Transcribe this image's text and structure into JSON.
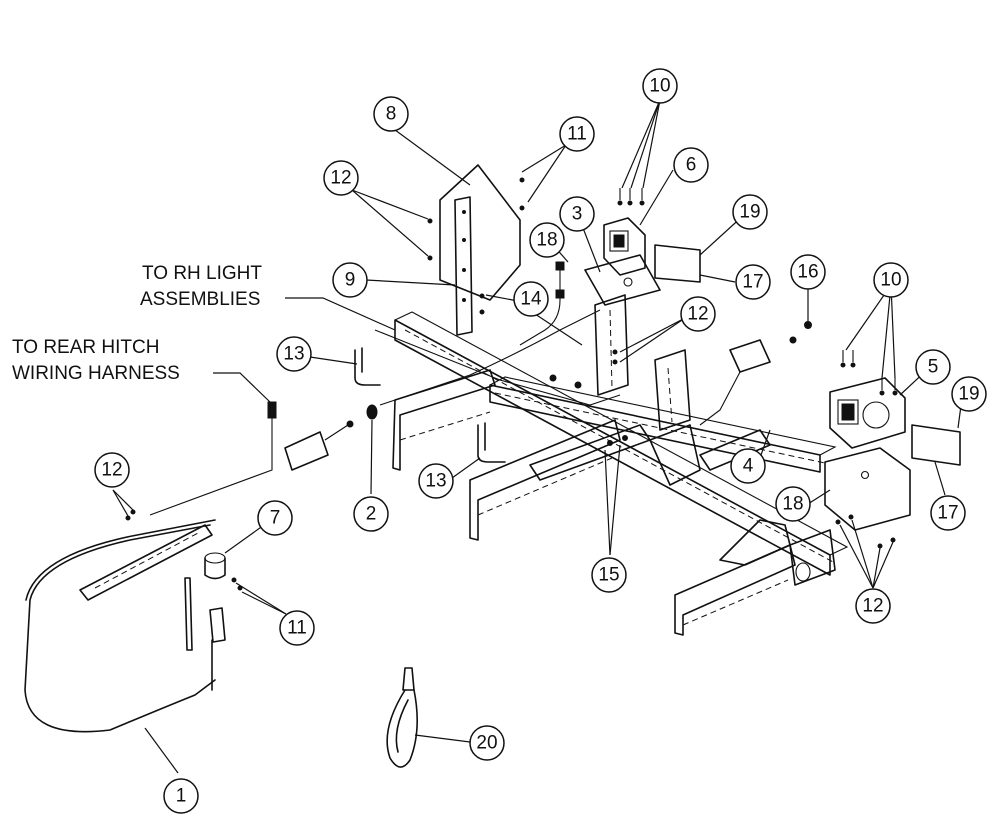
{
  "notes": {
    "rh_light_line1": "TO RH LIGHT",
    "rh_light_line2": "ASSEMBLIES",
    "rear_hitch_line1": "TO REAR HITCH",
    "rear_hitch_line2": "WIRING HARNESS"
  },
  "callouts": {
    "c1": "1",
    "c2": "2",
    "c3": "3",
    "c4": "4",
    "c5": "5",
    "c6": "6",
    "c7": "7",
    "c8": "8",
    "c9": "9",
    "c10a": "10",
    "c10b": "10",
    "c11a": "11",
    "c11b": "11",
    "c12a": "12",
    "c12b": "12",
    "c12c": "12",
    "c12d": "12",
    "c13a": "13",
    "c13b": "13",
    "c14": "14",
    "c15": "15",
    "c16": "16",
    "c17a": "17",
    "c17b": "17",
    "c18a": "18",
    "c18b": "18",
    "c19a": "19",
    "c19b": "19",
    "c20": "20"
  }
}
